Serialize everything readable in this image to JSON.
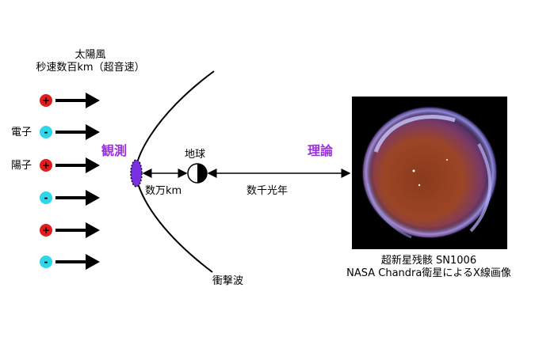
{
  "solar_wind": {
    "title_line1": "太陽風",
    "title_line2": "秒速数百km（超音速）"
  },
  "particles": [
    {
      "sign": "+",
      "color": "#e21b1b",
      "label": ""
    },
    {
      "sign": "-",
      "color": "#2fd6e8",
      "label": "電子"
    },
    {
      "sign": "+",
      "color": "#e21b1b",
      "label": "陽子"
    },
    {
      "sign": "-",
      "color": "#2fd6e8",
      "label": ""
    },
    {
      "sign": "+",
      "color": "#e21b1b",
      "label": ""
    },
    {
      "sign": "-",
      "color": "#2fd6e8",
      "label": ""
    }
  ],
  "observation_label": "観測",
  "earth_label": "地球",
  "distance_near": "数万km",
  "distance_far": "数千光年",
  "theory_label": "理論",
  "shock_label": "衝撃波",
  "remnant_caption_line1": "超新星残骸 SN1006",
  "remnant_caption_line2": "NASA Chandra衛星によるX線画像",
  "colors": {
    "accent": "#9b30e0",
    "positive": "#e21b1b",
    "negative": "#2fd6e8"
  }
}
